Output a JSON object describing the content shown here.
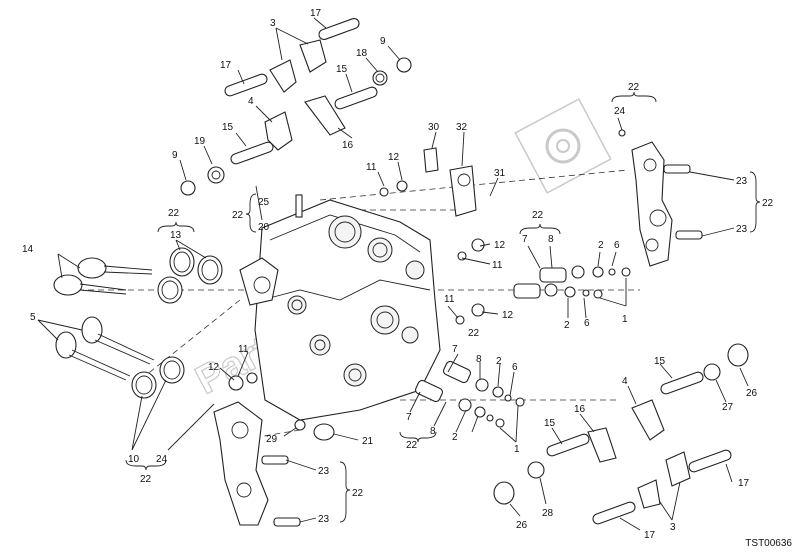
{
  "diagram": {
    "reference_code": "TST00636",
    "watermark_text": "Partsrepublik",
    "callouts": [
      {
        "id": "c3a",
        "text": "3"
      },
      {
        "id": "c17a",
        "text": "17"
      },
      {
        "id": "c17b",
        "text": "17"
      },
      {
        "id": "c18",
        "text": "18"
      },
      {
        "id": "c9a",
        "text": "9"
      },
      {
        "id": "c15a",
        "text": "15"
      },
      {
        "id": "c4a",
        "text": "4"
      },
      {
        "id": "c15b",
        "text": "15"
      },
      {
        "id": "c16a",
        "text": "16"
      },
      {
        "id": "c19",
        "text": "19"
      },
      {
        "id": "c9b",
        "text": "9"
      },
      {
        "id": "c30",
        "text": "30"
      },
      {
        "id": "c32",
        "text": "32"
      },
      {
        "id": "c11a",
        "text": "11"
      },
      {
        "id": "c12a",
        "text": "12"
      },
      {
        "id": "c31",
        "text": "31"
      },
      {
        "id": "c25",
        "text": "25"
      },
      {
        "id": "c22a",
        "text": "22"
      },
      {
        "id": "c20",
        "text": "20"
      },
      {
        "id": "c22b",
        "text": "22"
      },
      {
        "id": "c13",
        "text": "13"
      },
      {
        "id": "c14",
        "text": "14"
      },
      {
        "id": "c22c",
        "text": "22"
      },
      {
        "id": "c7a",
        "text": "7"
      },
      {
        "id": "c8a",
        "text": "8"
      },
      {
        "id": "c2a",
        "text": "2"
      },
      {
        "id": "c6a",
        "text": "6"
      },
      {
        "id": "c12b",
        "text": "12"
      },
      {
        "id": "c11b",
        "text": "11"
      },
      {
        "id": "c22d",
        "text": "22"
      },
      {
        "id": "c24a",
        "text": "24"
      },
      {
        "id": "c23a",
        "text": "23"
      },
      {
        "id": "c22e",
        "text": "22"
      },
      {
        "id": "c23b",
        "text": "23"
      },
      {
        "id": "c2b",
        "text": "2"
      },
      {
        "id": "c6b",
        "text": "6"
      },
      {
        "id": "c1a",
        "text": "1"
      },
      {
        "id": "c11c",
        "text": "11"
      },
      {
        "id": "c12c",
        "text": "12"
      },
      {
        "id": "c22f",
        "text": "22"
      },
      {
        "id": "c5",
        "text": "5"
      },
      {
        "id": "c7b",
        "text": "7"
      },
      {
        "id": "c8b",
        "text": "8"
      },
      {
        "id": "c2c",
        "text": "2"
      },
      {
        "id": "c6c",
        "text": "6"
      },
      {
        "id": "c11d",
        "text": "11"
      },
      {
        "id": "c12d",
        "text": "12"
      },
      {
        "id": "c15c",
        "text": "15"
      },
      {
        "id": "c4b",
        "text": "4"
      },
      {
        "id": "c26a",
        "text": "26"
      },
      {
        "id": "c27",
        "text": "27"
      },
      {
        "id": "c7c",
        "text": "7"
      },
      {
        "id": "c8c",
        "text": "8"
      },
      {
        "id": "c2d",
        "text": "2"
      },
      {
        "id": "c1b",
        "text": "1"
      },
      {
        "id": "c22g",
        "text": "22"
      },
      {
        "id": "c16b",
        "text": "16"
      },
      {
        "id": "c15d",
        "text": "15"
      },
      {
        "id": "c29",
        "text": "29"
      },
      {
        "id": "c21",
        "text": "21"
      },
      {
        "id": "c10",
        "text": "10"
      },
      {
        "id": "c24b",
        "text": "24"
      },
      {
        "id": "c22h",
        "text": "22"
      },
      {
        "id": "c23c",
        "text": "23"
      },
      {
        "id": "c22i",
        "text": "22"
      },
      {
        "id": "c23d",
        "text": "23"
      },
      {
        "id": "c28",
        "text": "28"
      },
      {
        "id": "c26b",
        "text": "26"
      },
      {
        "id": "c17c",
        "text": "17"
      },
      {
        "id": "c17d",
        "text": "17"
      },
      {
        "id": "c3b",
        "text": "3"
      }
    ]
  }
}
